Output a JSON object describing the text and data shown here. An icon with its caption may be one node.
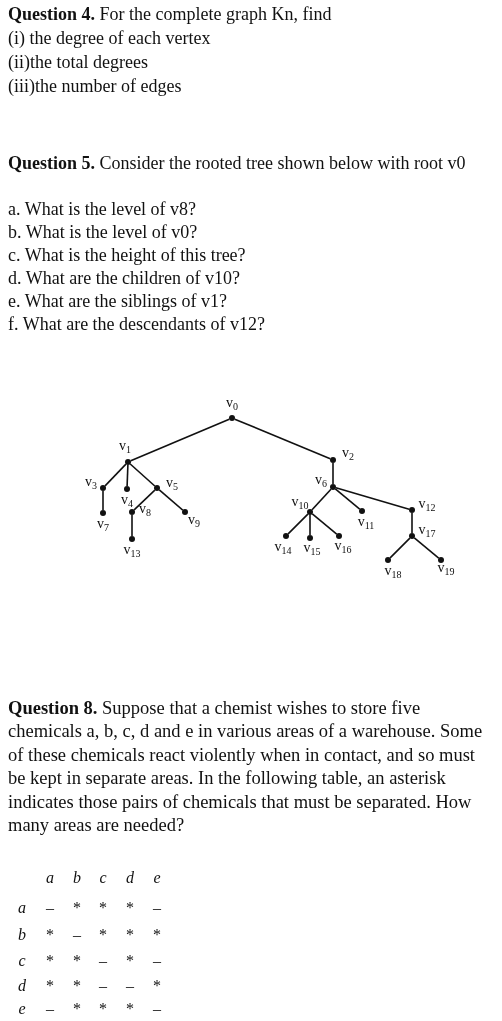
{
  "diagram": {
    "nodes": [
      {
        "text": [
          "v$_{0}$"
        ]
      },
      {
        "text": [
          "v$_{1}$"
        ]
      },
      {
        "text": [
          "v$_{2}$"
        ]
      },
      {
        "text": [
          "v$_{3}$"
        ]
      },
      {
        "text": [
          "v$_{4}$"
        ]
      },
      {
        "text": [
          "v$_{5}$"
        ]
      },
      {
        "text": [
          "v$_{6}$"
        ]
      },
      {
        "text": [
          "v$_{7}$"
        ]
      },
      {
        "text": [
          "v$_{8}$"
        ]
      },
      {
        "text": [
          "v$_{9}$"
        ]
      },
      {
        "text": [
          "v$_{10}$"
        ]
      },
      {
        "text": [
          "v$_{11}$"
        ]
      },
      {
        "text": [
          "v$_{12}$"
        ]
      },
      {
        "text": [
          "v$_{13}$"
        ]
      },
      {
        "text": [
          "v$_{14}$"
        ]
      },
      {
        "text": [
          "v$_{15}$"
        ]
      },
      {
        "text": [
          "v$_{16}$"
        ]
      },
      {
        "text": [
          "v$_{17}$"
        ]
      },
      {
        "text": [
          "v$_{18}$"
        ]
      },
      {
        "text": [
          "v$_{19}$"
        ]
      }
    ],
    "edges": [
      {
        "from": 0,
        "to": 1,
        "arrow": "none"
      },
      {
        "from": 0,
        "to": 2,
        "arrow": "none"
      },
      {
        "from": 1,
        "to": 3,
        "arrow": "none"
      },
      {
        "from": 1,
        "to": 4,
        "arrow": "none"
      },
      {
        "from": 1,
        "to": 5,
        "arrow": "none"
      },
      {
        "from": 3,
        "to": 7,
        "arrow": "none"
      },
      {
        "from": 5,
        "to": 8,
        "arrow": "none"
      },
      {
        "from": 5,
        "to": 9,
        "arrow": "none"
      },
      {
        "from": 8,
        "to": 13,
        "arrow": "none"
      },
      {
        "from": 2,
        "to": 6,
        "arrow": "none"
      },
      {
        "from": 6,
        "to": 10,
        "arrow": "none"
      },
      {
        "from": 6,
        "to": 11,
        "arrow": "none"
      },
      {
        "from": 6,
        "to": 12,
        "arrow": "none"
      },
      {
        "from": 10,
        "to": 14,
        "arrow": "none"
      },
      {
        "from": 10,
        "to": 15,
        "arrow": "none"
      },
      {
        "from": 10,
        "to": 16,
        "arrow": "none"
      },
      {
        "from": 12,
        "to": 17,
        "arrow": "none"
      },
      {
        "from": 17,
        "to": 18,
        "arrow": "none"
      },
      {
        "from": 17,
        "to": 19,
        "arrow": "none"
      }
    ],
    "labels": [
      "**Question 4.** For the complete graph Kn, find",
      "(i) the degree of each vertex",
      "(ii)the total degrees",
      "(iii)the number of edges",
      "**Question 5.** Consider the rooted tree shown below with root v0",
      "a. What is the level of v8?",
      "b. What is the level of v0?",
      "c. What is the height of this tree?",
      "d. What are the children of v10?",
      "e. What are the siblings of v1?",
      "f. What are the descendants of v12?",
      "**Question 8.** Suppose that a chemist wishes to store five chemicals a, b, c, d and e in various areas of a warehouse. Some of these chemicals react violently when in contact, and so must be kept in separate areas. In the following table, an asterisk indicates those pairs of chemicals that must be separated. How many areas are needed?",
      "a",
      "b",
      "c",
      "d",
      "e",
      "a",
      "–",
      "*",
      "*",
      "*",
      "–",
      "b",
      "*",
      "–",
      "*",
      "*",
      "*",
      "c",
      "*",
      "*",
      "–",
      "*",
      "–",
      "d",
      "*",
      "*",
      "–",
      "–",
      "*",
      "e",
      "–",
      "*",
      "*",
      "*",
      "–"
    ]
  }
}
